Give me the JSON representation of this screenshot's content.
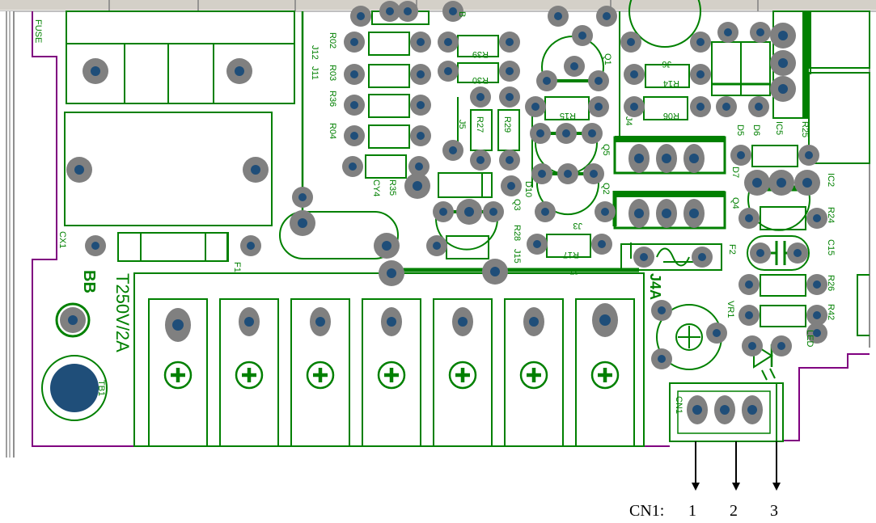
{
  "colors": {
    "trace": "#008000",
    "pad": "#808080",
    "hole": "#1f4e79",
    "outline": "#800080",
    "frame": "#c0c0c0"
  },
  "refdes": {
    "fuse": "FUSE",
    "cx1": "CX1",
    "f1": "F1",
    "t250": "T250V/2A",
    "bb": "BB",
    "tb1": "TB1",
    "r02": "R02",
    "r03": "R03",
    "r36": "R36",
    "r04": "R04",
    "j12": "J12",
    "j11": "J11",
    "r35": "R35",
    "cy4": "CY4",
    "r39": "R39",
    "r30": "R30",
    "r27": "R27",
    "r29": "R29",
    "j5": "J5",
    "d10": "D10",
    "q3": "Q3",
    "r28": "R28",
    "j15": "J15",
    "r17": "R17",
    "j7": "J7",
    "r15": "R15",
    "q1": "Q1",
    "q5": "Q5",
    "q2": "Q2",
    "j3": "J3",
    "r14": "R14",
    "r06": "R06",
    "j6": "J6",
    "j4": "J4",
    "d7": "D7",
    "q4": "Q4",
    "f2": "F2",
    "j4a": "J4A",
    "d5": "D5",
    "d6": "D6",
    "ic5": "IC5",
    "r25": "R25",
    "ic2": "IC2",
    "r24": "R24",
    "c15": "C15",
    "r26": "R26",
    "r42": "R42",
    "vr1": "VR1",
    "led": "LED",
    "cn1": "CN1",
    "b": "B"
  },
  "caption": {
    "label": "CN1:",
    "pins": [
      "1",
      "2",
      "3"
    ]
  }
}
